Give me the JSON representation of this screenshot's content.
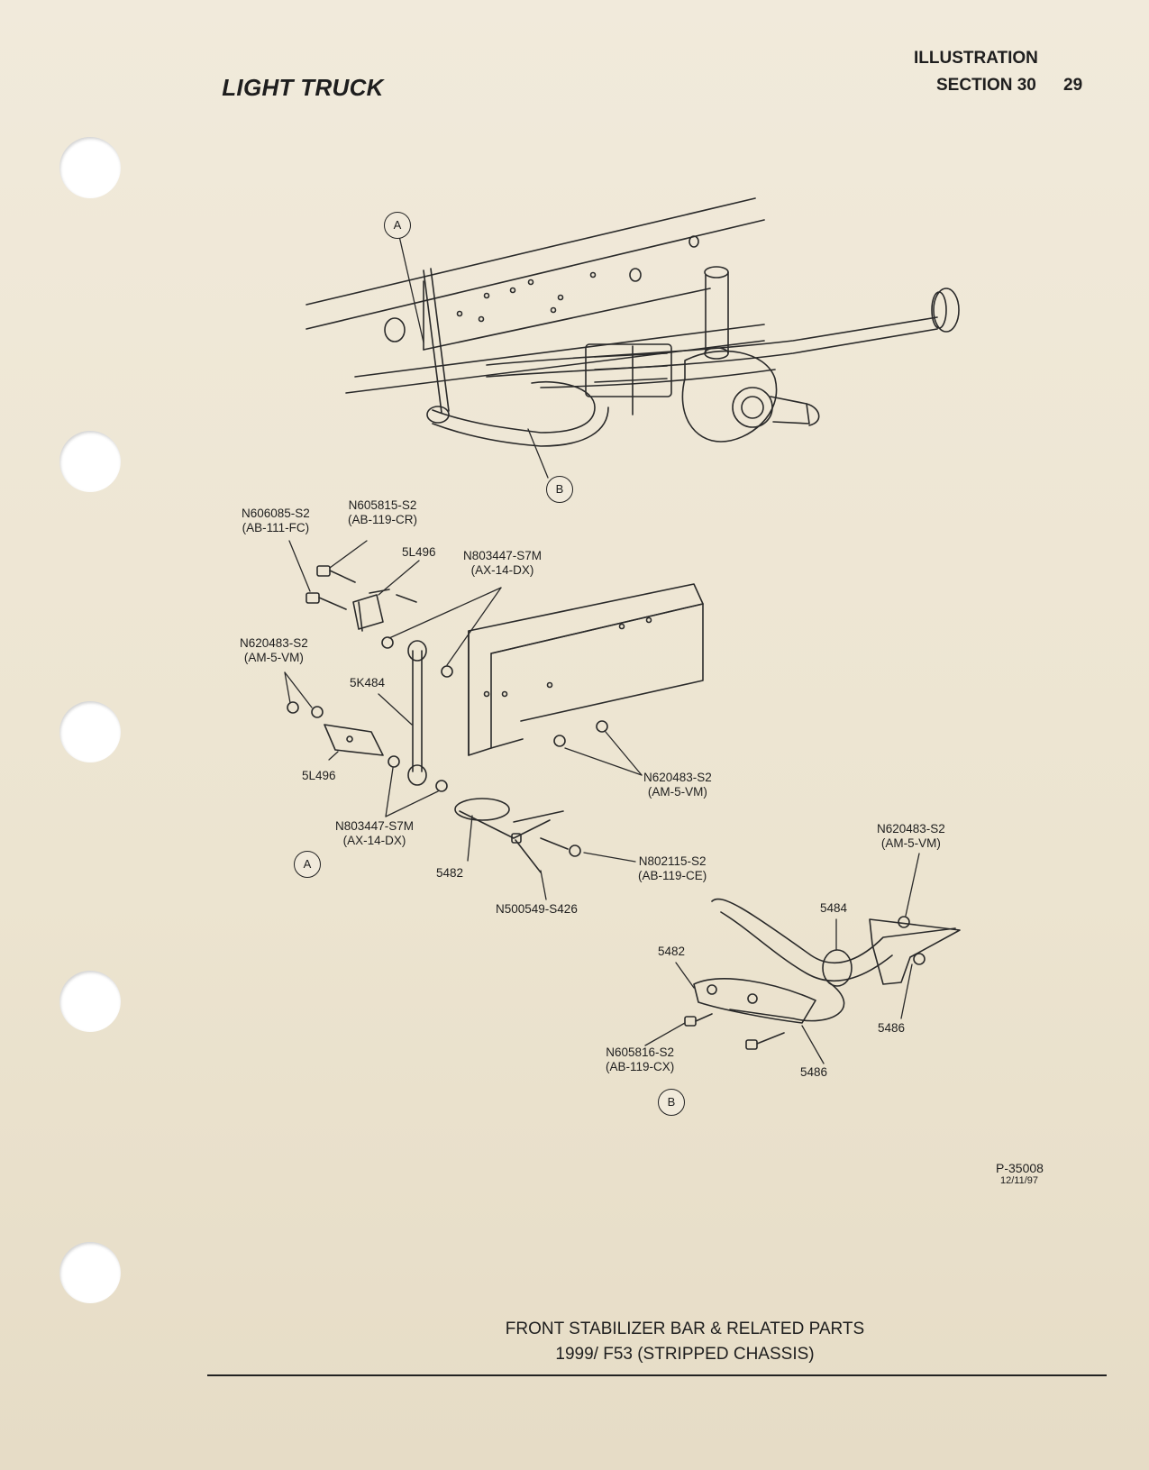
{
  "header": {
    "title": "LIGHT TRUCK",
    "label_illustration": "ILLUSTRATION",
    "label_section": "SECTION 30",
    "page_number": "29"
  },
  "callouts": {
    "a": "A",
    "b": "B"
  },
  "parts": {
    "n606085": [
      "N606085-S2",
      "(AB-111-FC)"
    ],
    "n605815": [
      "N605815-S2",
      "(AB-119-CR)"
    ],
    "p5l496_top": "5L496",
    "n803447_top": [
      "N803447-S7M",
      "(AX-14-DX)"
    ],
    "n620483_left": [
      "N620483-S2",
      "(AM-5-VM)"
    ],
    "p5k484": "5K484",
    "p5l496_bottom": "5L496",
    "n620483_mid": [
      "N620483-S2",
      "(AM-5-VM)"
    ],
    "n803447_bottom": [
      "N803447-S7M",
      "(AX-14-DX)"
    ],
    "p5482_a": "5482",
    "n802115": [
      "N802115-S2",
      "(AB-119-CE)"
    ],
    "n500549": "N500549-S426",
    "n620483_right": [
      "N620483-S2",
      "(AM-5-VM)"
    ],
    "p5484": "5484",
    "p5482_b": "5482",
    "p5486_right": "5486",
    "n605816": [
      "N605816-S2",
      "(AB-119-CX)"
    ],
    "p5486_bottom": "5486"
  },
  "illustration_code": {
    "number": "P-35008",
    "date": "12/11/97"
  },
  "footer": {
    "line1": "FRONT STABILIZER BAR & RELATED PARTS",
    "line2": "1999/ F53 (STRIPPED CHASSIS)"
  }
}
